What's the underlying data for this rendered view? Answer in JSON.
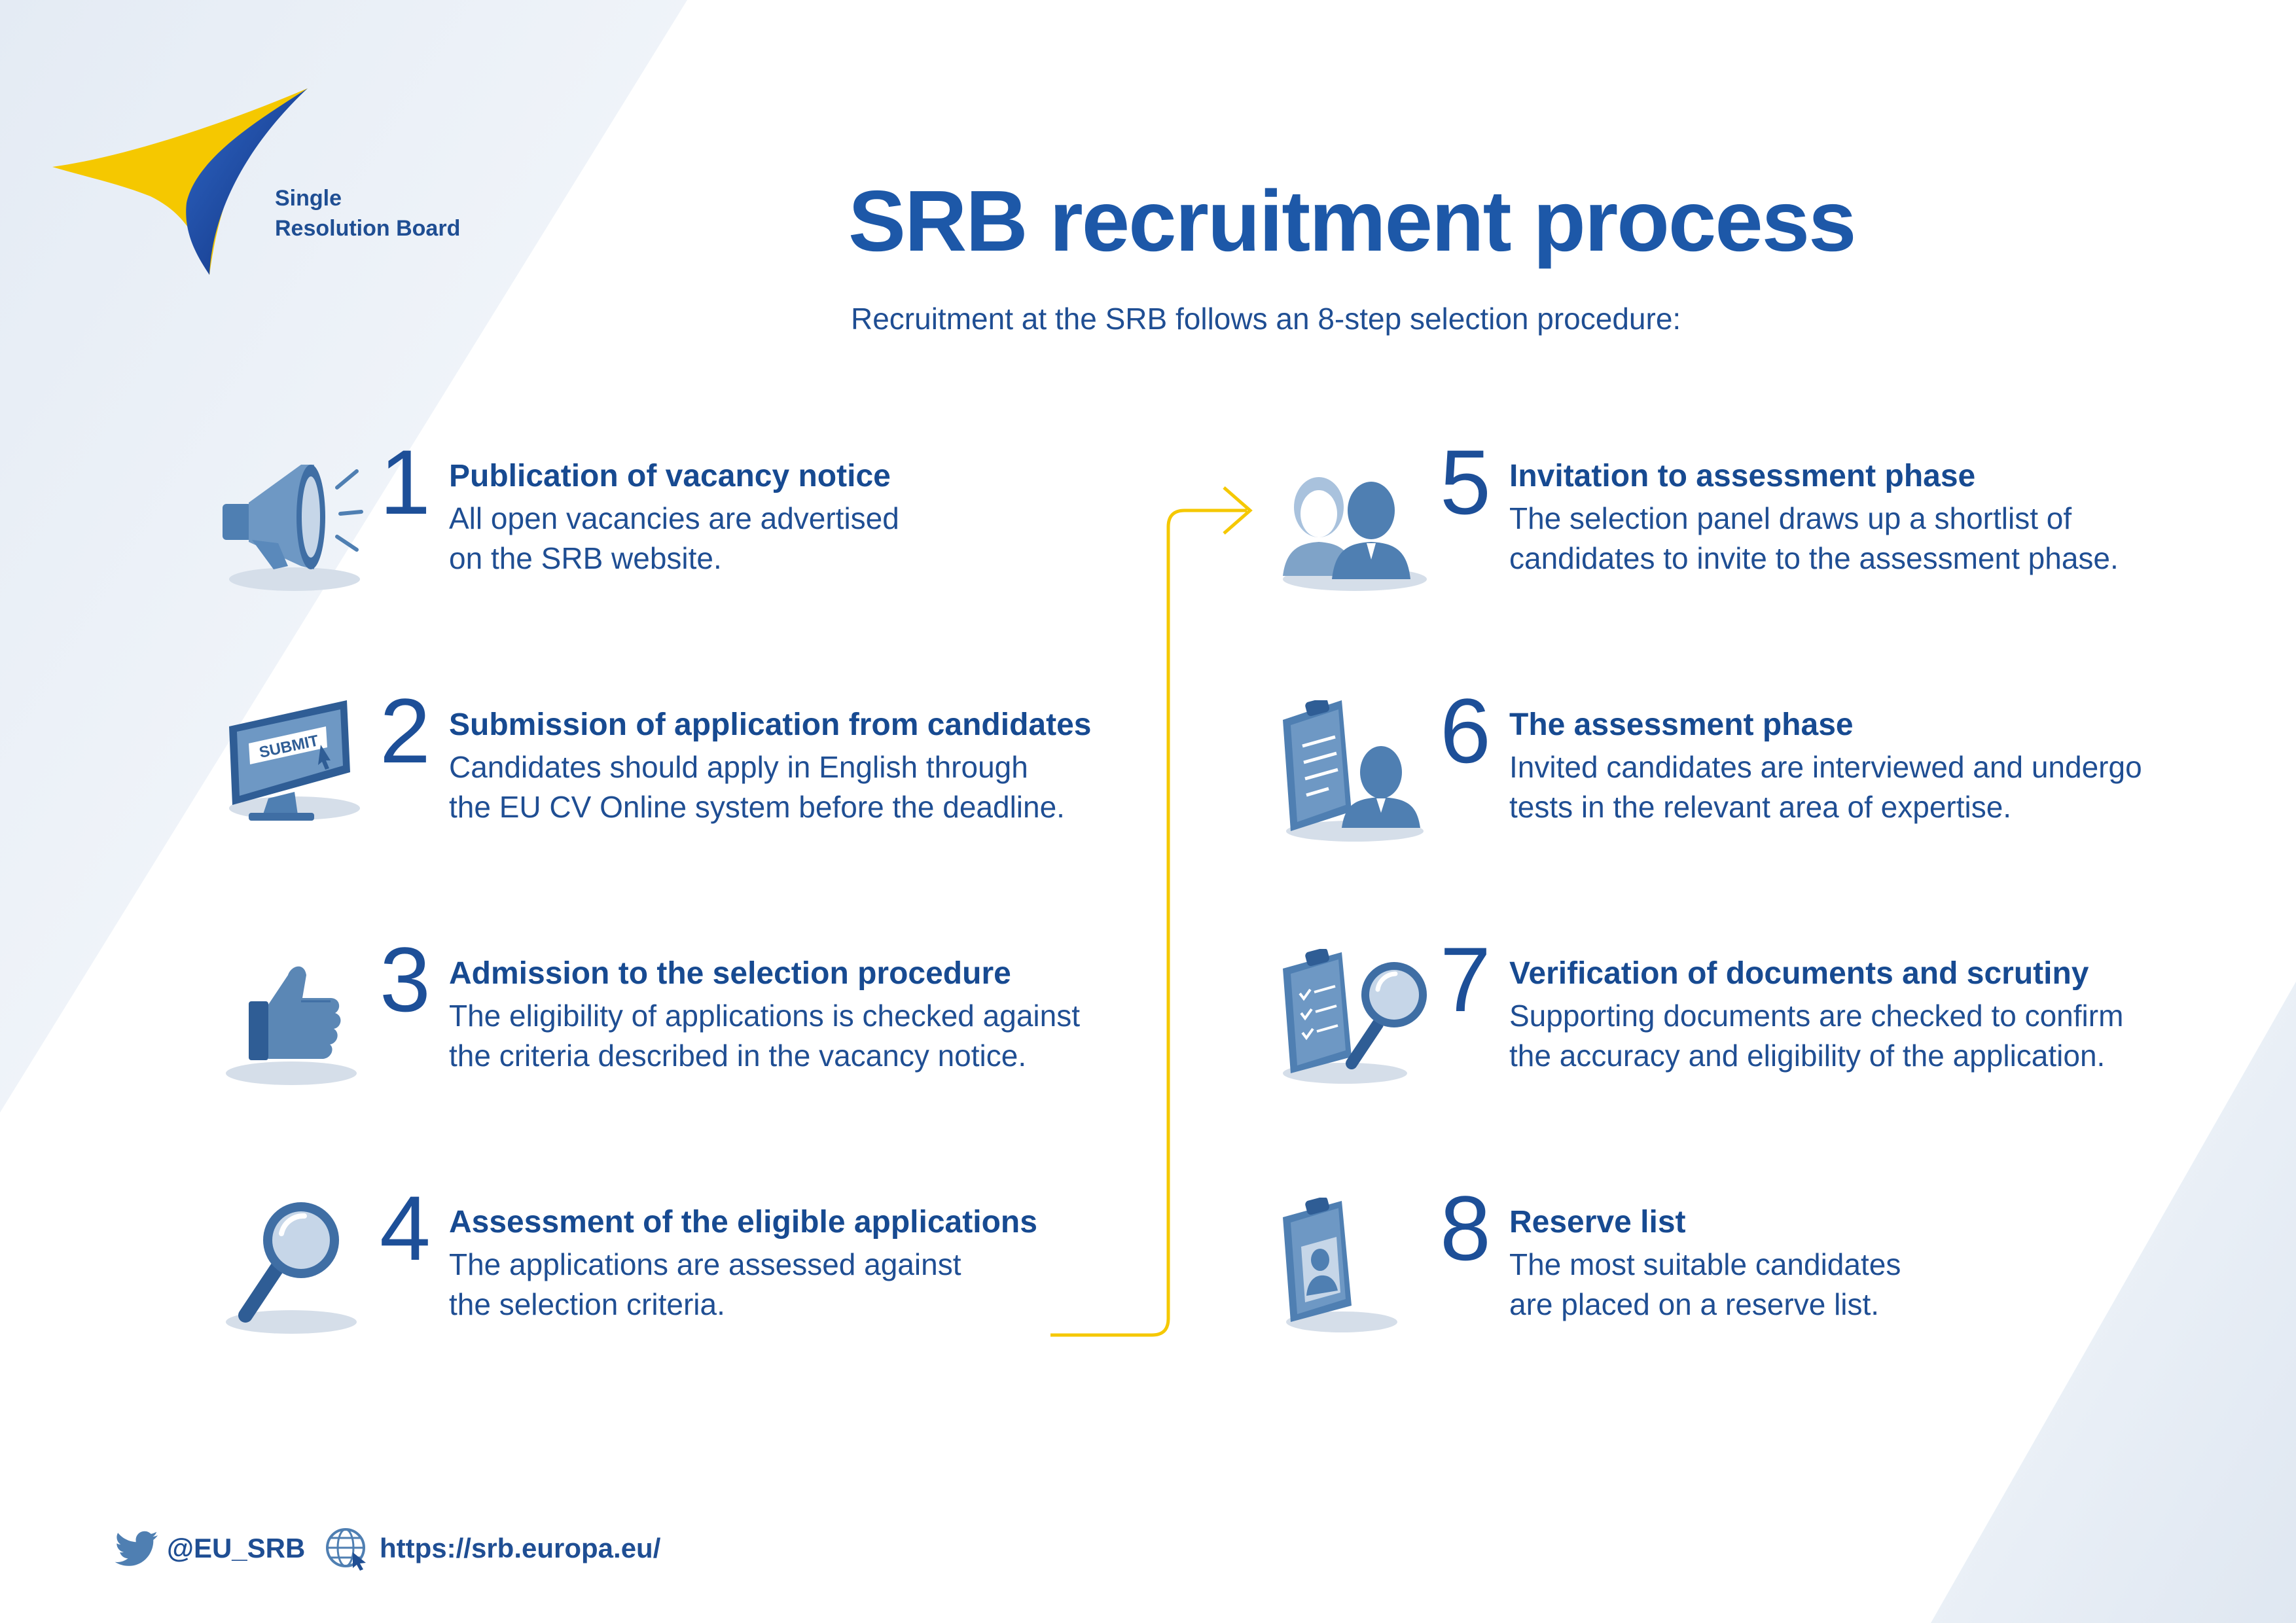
{
  "brand": {
    "org_line1": "Single",
    "org_line2": "Resolution Board",
    "primary_color": "#1d58a8",
    "accent_color": "#f5c800",
    "icon_color": "#5b87b5"
  },
  "title": "SRB recruitment process",
  "subtitle": "Recruitment at the SRB follows an 8-step selection procedure:",
  "steps": [
    {
      "number": "1",
      "heading": "Publication of vacancy notice",
      "line1": "All open vacancies are advertised",
      "line2": "on the SRB website.",
      "icon": "megaphone-icon"
    },
    {
      "number": "2",
      "heading": "Submission of application from candidates",
      "line1": "Candidates should apply in English through",
      "line2": "the EU CV Online system before the deadline.",
      "icon": "monitor-submit-icon",
      "icon_label": "SUBMIT"
    },
    {
      "number": "3",
      "heading": "Admission to the selection procedure",
      "line1": "The eligibility of applications is checked against",
      "line2": "the criteria described in the vacancy notice.",
      "icon": "thumbs-up-icon"
    },
    {
      "number": "4",
      "heading": "Assessment of the eligible applications",
      "line1": "The applications are assessed against",
      "line2": "the selection criteria.",
      "icon": "magnifier-icon"
    },
    {
      "number": "5",
      "heading": "Invitation to assessment phase",
      "line1": "The selection panel draws up a shortlist of",
      "line2": "candidates to invite to the assessment phase.",
      "icon": "people-icon"
    },
    {
      "number": "6",
      "heading": "The assessment phase",
      "line1": "Invited candidates are interviewed and undergo",
      "line2": "tests in the relevant area of expertise.",
      "icon": "clipboard-person-icon"
    },
    {
      "number": "7",
      "heading": "Verification of documents and scrutiny",
      "line1": "Supporting documents are checked to confirm",
      "line2": "the accuracy and eligibility of the application.",
      "icon": "checklist-magnifier-icon"
    },
    {
      "number": "8",
      "heading": "Reserve list",
      "line1": "The most suitable candidates",
      "line2": "are placed on a reserve list.",
      "icon": "clipboard-profile-icon"
    }
  ],
  "footer": {
    "twitter_handle": "@EU_SRB",
    "website": "https://srb.europa.eu/"
  }
}
